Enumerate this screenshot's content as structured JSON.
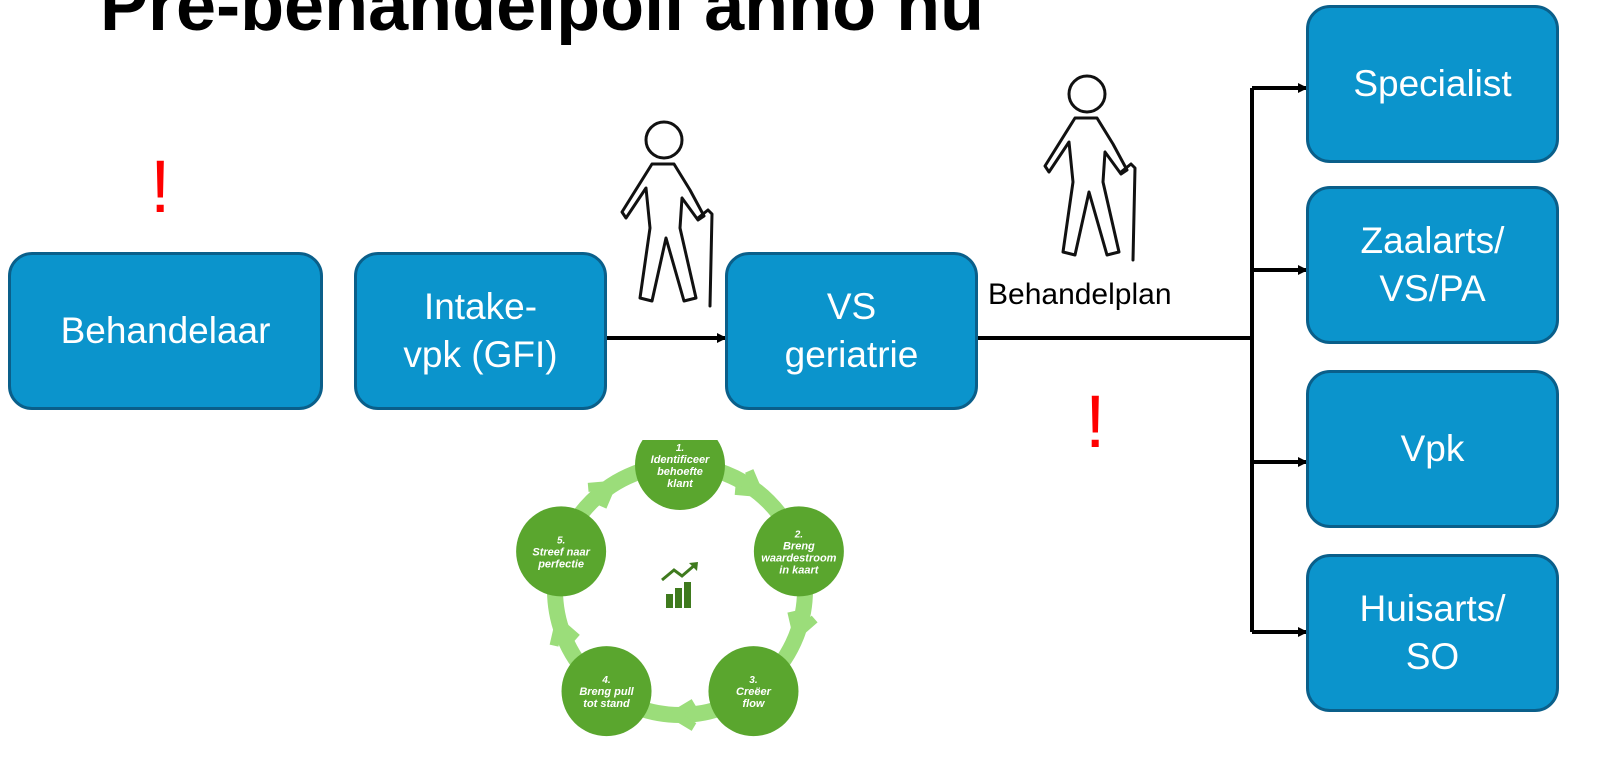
{
  "title": "Pre-behandelpoli anno nu",
  "boxes": {
    "behandelaar": "Behandelaar",
    "intake": "Intake-\nvpk (GFI)",
    "vs": "VS\ngeriatrie",
    "specialist": "Specialist",
    "zaalarts": "Zaalarts/\nVS/PA",
    "vpk": "Vpk",
    "huisarts": "Huisarts/\nSO"
  },
  "edge_label": "Behandelplan",
  "alerts": [
    "!",
    "!"
  ],
  "cycle": {
    "steps": [
      {
        "num": "1.",
        "lines": [
          "Identificeer",
          "behoefte",
          "klant"
        ]
      },
      {
        "num": "2.",
        "lines": [
          "Breng",
          "waardestroom",
          "in kaart"
        ]
      },
      {
        "num": "3.",
        "lines": [
          "Creëer",
          "flow"
        ]
      },
      {
        "num": "4.",
        "lines": [
          "Breng pull",
          "tot stand"
        ]
      },
      {
        "num": "5.",
        "lines": [
          "Streef naar",
          "perfectie"
        ]
      }
    ],
    "center_icon": "chart-growth-icon",
    "colors": {
      "circle": "#5aa62e",
      "ring": "#9bdd7a",
      "icon": "#3f7a1e"
    }
  },
  "icons": [
    "walking-elderly-icon",
    "walking-elderly-icon"
  ],
  "colors": {
    "box_fill": "#0b94cc",
    "box_border": "#0a5f8a",
    "alert": "#ff0000"
  }
}
